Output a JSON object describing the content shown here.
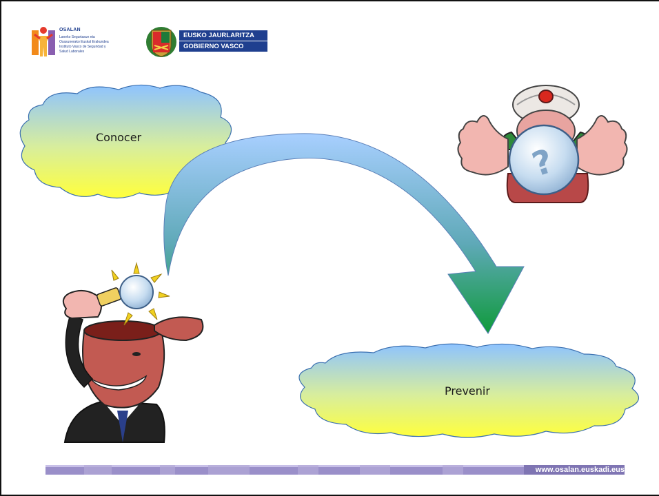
{
  "header": {
    "osalan": {
      "name": "OSALAN",
      "line1": "Laneko Segurtasun eta",
      "line2": "Osasunerako Euskal Erakundea",
      "line3": "Instituto Vasco de Seguridad y",
      "line4": "Salud Laborales"
    },
    "gobierno": {
      "line1": "EUSKO JAURLARITZA",
      "line2": "GOBIERNO VASCO"
    }
  },
  "diagram": {
    "cloud_top": "Conocer",
    "cloud_bottom": "Prevenir"
  },
  "footer": {
    "url": "www.osalan.euskadi.eus"
  },
  "colors": {
    "brand_blue": "#1f3f8f",
    "cloud_top": "#8ec3ff",
    "cloud_bottom": "#ffff3c",
    "arrow_top": "#a8cfff",
    "arrow_bottom": "#0f9a3b",
    "footer_bar": "#9a8fc9"
  }
}
